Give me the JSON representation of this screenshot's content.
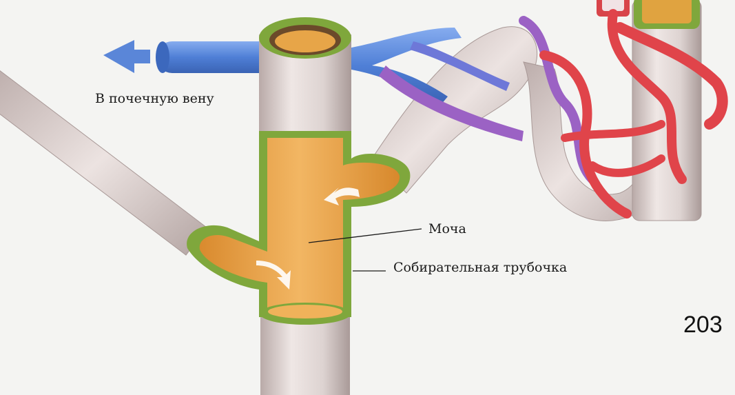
{
  "labels": {
    "vein": "В почечную вену",
    "urine": "Моча",
    "collecting_duct": "Собирательная трубочка"
  },
  "page_number": "203",
  "colors": {
    "background": "#f4f4f2",
    "tube": "#dcd2d0",
    "duct_wall": "#8fb04a",
    "urine": "#e7a548",
    "vein": "#5a86d8",
    "artery": "#e0444a",
    "capillary_mix": "#9b62c4"
  }
}
